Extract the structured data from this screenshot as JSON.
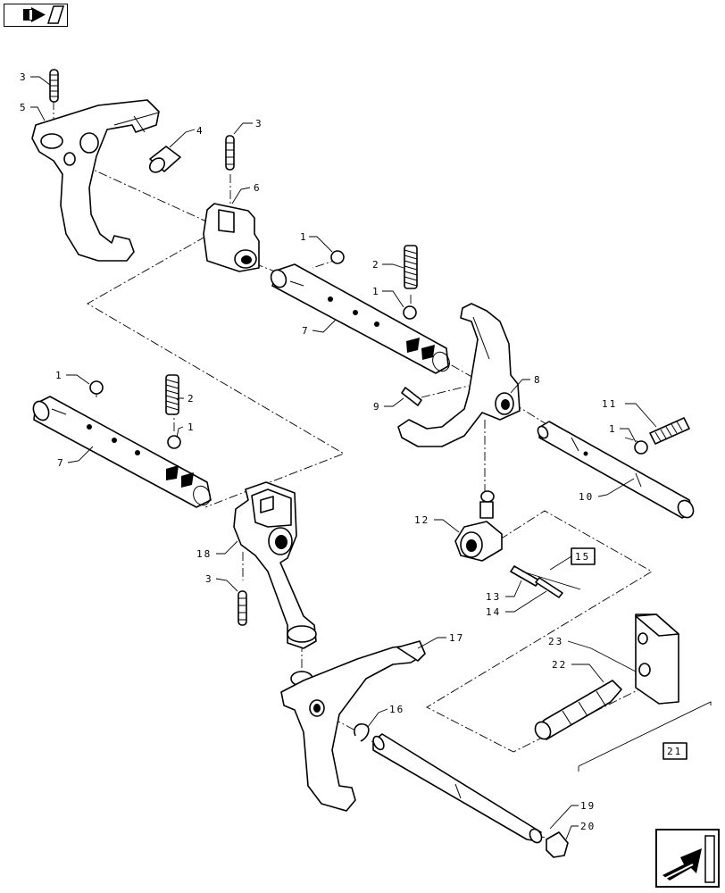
{
  "callouts": {
    "c1a": "1",
    "c1b": "1",
    "c1c": "1",
    "c1d": "1",
    "c1e": "1",
    "c2a": "2",
    "c2b": "2",
    "c3a": "3",
    "c3b": "3",
    "c3c": "3",
    "c4": "4",
    "c5": "5",
    "c6": "6",
    "c7a": "7",
    "c7b": "7",
    "c8": "8",
    "c9": "9",
    "c10": "10",
    "c11": "11",
    "c12": "12",
    "c13": "13",
    "c14": "14",
    "c15": "15",
    "c16": "16",
    "c17": "17",
    "c18": "18",
    "c19": "19",
    "c20": "20",
    "c21": "21",
    "c22": "22",
    "c23": "23"
  },
  "icons": {
    "back": "back-arrow-icon",
    "next": "next-arrow-icon"
  }
}
